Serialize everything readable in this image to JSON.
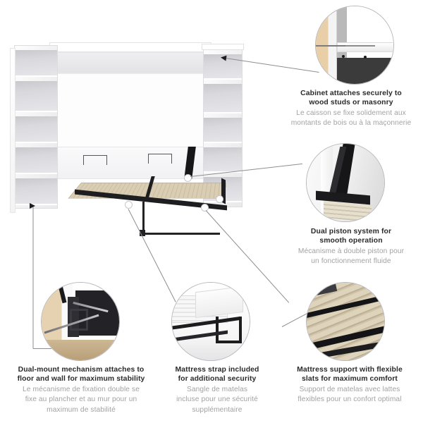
{
  "document": {
    "type": "product-feature-infographic",
    "product": "wall-bed-with-storage-cabinets",
    "background_color": "#ffffff",
    "heading_color": "#2b2b2b",
    "subtext_color": "#a2a2a2",
    "connector_color": "#8e8e92"
  },
  "main_image": {
    "name": "murphy-wall-bed-open-with-side-bookcases",
    "description": "White Murphy wall bed shown open with wood slat mattress platform, flanked by two five-shelf bookcases",
    "colors": {
      "cabinet": "#ffffff",
      "shelf_interior": "#d9d9dd",
      "slats": "#d9cdb4",
      "frame": "#1e1e20"
    },
    "left_bookcase_shelves": 5,
    "right_bookcase_shelves": 5
  },
  "callouts": [
    {
      "id": "cabinet-attachment",
      "image_name": "cabinet-wall-stud-attachment-photo",
      "image_description": "Close-up of cabinet panel bracket fastened to a wood stud wall",
      "title_en": "Cabinet attaches securely to wood studs or masonry",
      "title_en_lines": [
        "Cabinet attaches securely to",
        "wood studs or masonry"
      ],
      "title_fr": "Le caisson se fixe solidement aux montants de bois ou à la maçonnerie",
      "title_fr_lines": [
        "Le caisson se fixe solidement aux",
        "montants de bois ou à la maçonnerie"
      ]
    },
    {
      "id": "dual-piston",
      "image_name": "dual-piston-mechanism-photo",
      "image_description": "Black dual piston arms mounted inside the white bed cabinet",
      "title_en": "Dual piston system for smooth operation",
      "title_en_lines": [
        "Dual piston system for",
        "smooth operation"
      ],
      "title_fr": "Mécanisme à double piston pour un fonctionnement fluide",
      "title_fr_lines": [
        "Mécanisme à double piston pour",
        "un fonctionnement fluide"
      ]
    },
    {
      "id": "dual-mount",
      "image_name": "dual-mount-floor-wall-bracket-photo",
      "image_description": "Metal dual-mount bracket with long bolts anchoring the frame to floor and wall",
      "title_en": "Dual-mount mechanism attaches to floor and wall for maximum stability",
      "title_en_lines": [
        "Dual-mount mechanism attaches to",
        "floor and wall for maximum stability"
      ],
      "title_fr": "Le mécanisme de fixation double se fixe au plancher et au mur pour un maximum de stabilité",
      "title_fr_lines": [
        "Le mécanisme de fixation double se",
        "fixe au plancher et au mur pour un",
        "maximum de stabilité"
      ]
    },
    {
      "id": "mattress-strap",
      "image_name": "mattress-strap-photo",
      "image_description": "White mattress secured by a black strap over the bed frame with metal legs",
      "title_en": "Mattress strap included for additional security",
      "title_en_lines": [
        "Mattress strap included",
        "for additional security"
      ],
      "title_fr": "Sangle de matelas incluse pour une sécurité supplémentaire",
      "title_fr_lines": [
        "Sangle de matelas",
        "incluse pour une sécurité",
        "supplémentaire"
      ]
    },
    {
      "id": "flexible-slats",
      "image_name": "flexible-wood-slats-photo",
      "image_description": "Diagonal light wood flexible slats held by black plastic supports",
      "title_en": "Mattress support with flexible slats for maximum comfort",
      "title_en_lines": [
        "Mattress support with flexible",
        "slats for maximum comfort"
      ],
      "title_fr": "Support de matelas avec lattes flexibles pour un confort optimal",
      "title_fr_lines": [
        "Support de matelas avec lattes",
        "flexibles pour un confort optimal"
      ]
    }
  ]
}
